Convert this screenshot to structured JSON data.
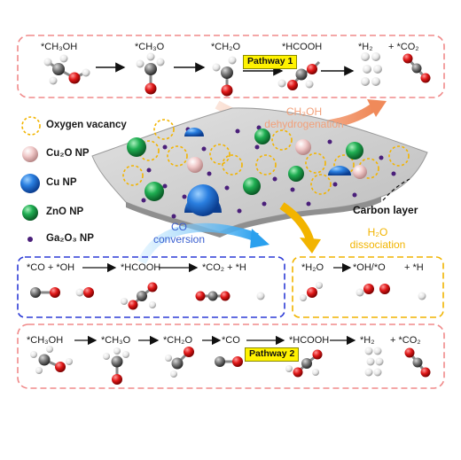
{
  "top_pathway": {
    "species": [
      "*CH₃OH",
      "*CH₃O",
      "*CH₂O",
      "*HCOOH",
      "*H₂",
      "+ *CO₂"
    ],
    "pathway_label": "Pathway 1"
  },
  "legend": {
    "oxygen_vacancy": "Oxygen vacancy",
    "cu2o": "Cu₂O NP",
    "cu": "Cu NP",
    "zno": "ZnO NP",
    "ga2o3": "Ga₂O₃ NP"
  },
  "annotations": {
    "dehydrogenation_line1": "CH₃OH",
    "dehydrogenation_line2": "dehydrogenation",
    "carbon_layer": "Carbon layer",
    "co_conversion_line1": "CO",
    "co_conversion_line2": "conversion",
    "h2o_dissociation_line1": "H₂O",
    "h2o_dissociation_line2": "dissociation"
  },
  "co_box": {
    "species": [
      "*CO + *OH",
      "*HCOOH",
      "*CO₂ + *H"
    ]
  },
  "h2o_box": {
    "species": [
      "*H₂O",
      "*OH/*O",
      "+ *H"
    ]
  },
  "bottom_pathway": {
    "species": [
      "*CH₃OH",
      "*CH₃O",
      "*CH₂O",
      "*CO",
      "*HCOOH",
      "*H₂",
      "+ *CO₂"
    ],
    "pathway_label": "Pathway 2"
  },
  "colors": {
    "pink_dash": "#f08a8a",
    "blue_dash": "#2d3bd6",
    "yellow_dash": "#f0b400",
    "orange_note": "#f08a5a",
    "blue_note": "#3a5fd0",
    "carbon": "#c8c8c8",
    "cu_blue": "#1f6fd6",
    "zno_green": "#1fa04a",
    "ga_purple": "#4a1f7a",
    "cu2o_pink": "#f2c4c4"
  }
}
